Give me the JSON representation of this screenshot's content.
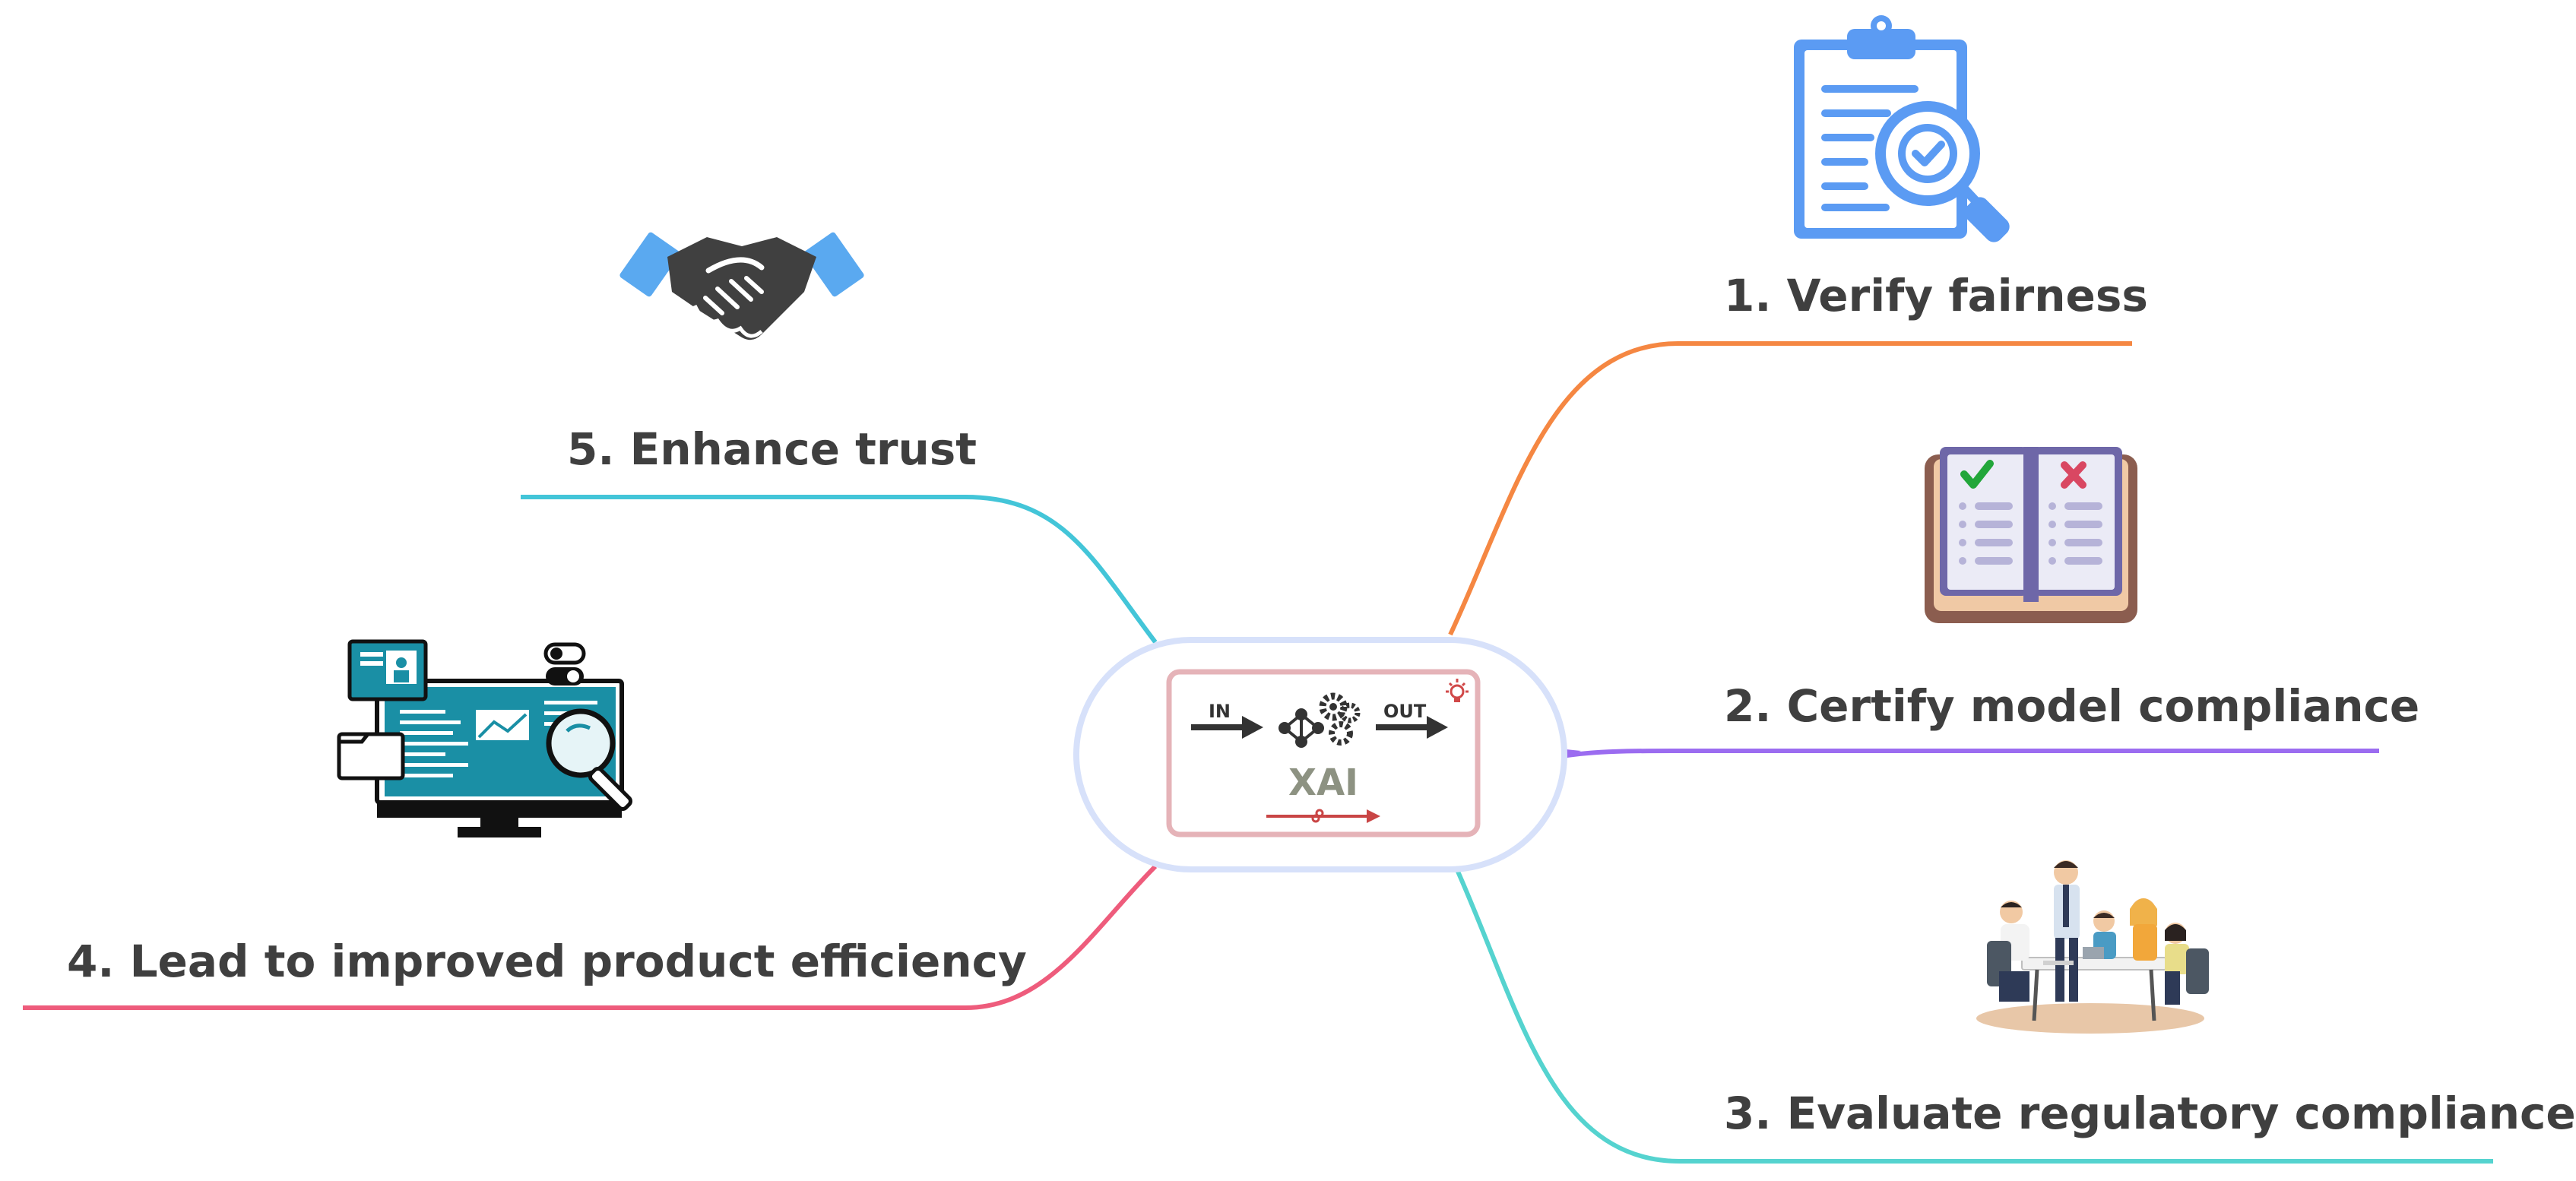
{
  "center": {
    "in_label": "IN",
    "out_label": "OUT",
    "title": "XAI"
  },
  "branches": [
    {
      "label": "1. Verify fairness",
      "color": "#f58742",
      "icon": "clipboard-check-icon"
    },
    {
      "label": "2. Certify model compliance",
      "color": "#9b6cf0",
      "icon": "open-book-check-cross-icon"
    },
    {
      "label": "3. Evaluate regulatory compliance",
      "color": "#55d3cf",
      "icon": "team-meeting-icon"
    },
    {
      "label": "4. Lead to improved product efficiency",
      "color": "#ee5c7c",
      "icon": "monitor-analytics-icon"
    },
    {
      "label": "5. Enhance trust",
      "color": "#43c5d8",
      "icon": "handshake-icon"
    }
  ],
  "colors": {
    "center_outline": "#d7e1fa",
    "center_inner_border": "#e5b3b8",
    "label_text": "#3f3f3f"
  }
}
